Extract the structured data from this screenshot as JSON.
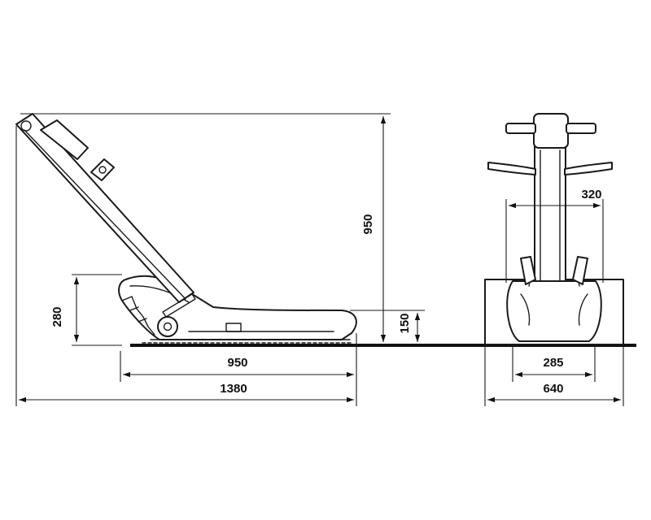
{
  "dimensions": {
    "total_height": "950",
    "body_height": "280",
    "platform_height": "150",
    "track_length": "950",
    "total_length": "1380",
    "handle_width": "320",
    "track_width": "285",
    "total_width": "640"
  }
}
